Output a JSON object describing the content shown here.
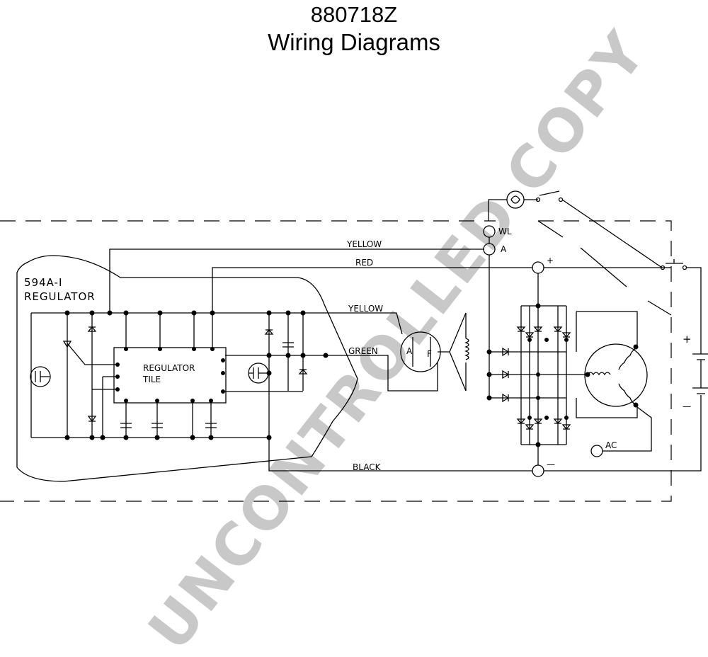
{
  "header": {
    "part_number": "880718Z",
    "title": "Wiring Diagrams"
  },
  "regulator": {
    "model": "594A-I",
    "name": "REGULATOR",
    "tile_line1": "REGULATOR",
    "tile_line2": "TILE"
  },
  "wires": {
    "yellow_top": "YELLOW",
    "red": "RED",
    "yellow_mid": "YELLOW",
    "green": "GREEN",
    "black": "BLACK"
  },
  "terminals": {
    "wl": "WL",
    "a": "A",
    "ac": "AC",
    "plus": "+",
    "minus": "—",
    "field_a": "A",
    "field_f": "F"
  },
  "battery": {
    "plus": "+",
    "minus": "—"
  },
  "watermark": "UNCONTROLLED COPY",
  "colors": {
    "line": "#000000",
    "watermark": "#c8c8c8",
    "background": "#ffffff"
  }
}
